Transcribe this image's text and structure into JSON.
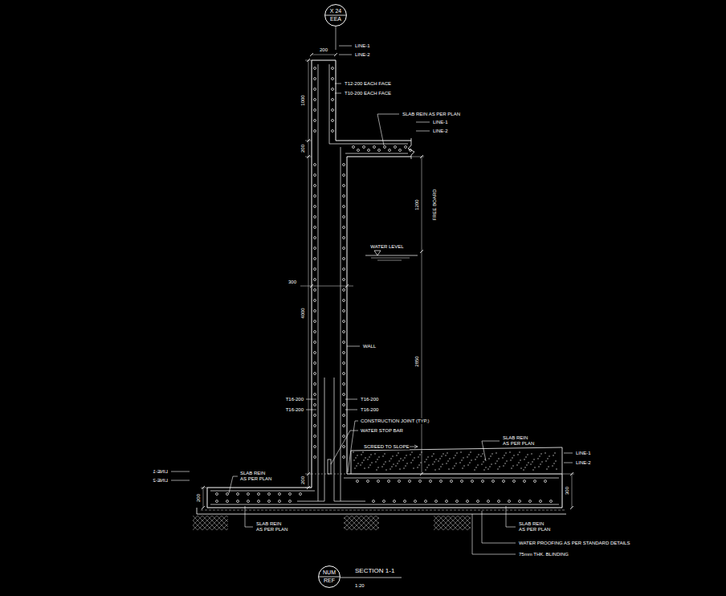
{
  "diagram": {
    "title": "SECTION 1-1",
    "caption": "1:20",
    "nodes": [
      {
        "text": [
          "X 24",
          "EEA"
        ]
      },
      {
        "text": [
          "NUM",
          "REF"
        ]
      }
    ],
    "labels": [
      "200",
      "LINE-1",
      "LINE-2",
      "T12-200 EACH FACE",
      "T10-200 EACH FACE",
      "1000",
      "SLAB REIN AS PER PLAN",
      "LINE-1",
      "LINE-2",
      "200",
      "1200",
      "FREE BOARD",
      "WATER LEVEL",
      "300",
      "4000",
      "WALL",
      "2850",
      "T16-200",
      "T16-200",
      "T16-200",
      "T16-200",
      "CONSTRUCTION JOINT (TYP.)",
      "WATER STOP BAR",
      "SCREED TO SLOPE",
      "SLAB REIN AS PER PLAN",
      "LINE-1",
      "LINE-2",
      "LINE-1",
      "LINE-2",
      "SLAB REIN AS PER PLAN",
      "200",
      "200",
      "300",
      "SLAB REIN AS PER PLAN",
      "SLAB REIN AS PER PLAN",
      "WATER PROOFING AS PER STANDARD DETAILS",
      "75mm THK. BLINDING"
    ]
  }
}
